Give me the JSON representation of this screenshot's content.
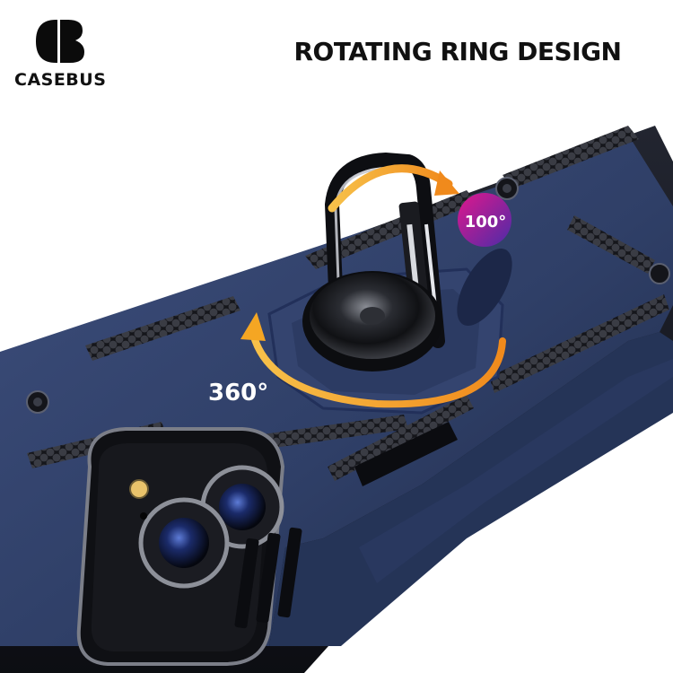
{
  "brand": {
    "name": "CASEBUS"
  },
  "headline": "ROTATING RING DESIGN",
  "annotations": {
    "rotation_badge": "100°",
    "spin_label": "360°"
  },
  "colors": {
    "case_blue": "#2e3d63",
    "case_blue_light": "#3b4c78",
    "armor_black": "#1a1c22",
    "arrow_orange": "#f5a623",
    "badge_magenta": "#c2188f",
    "badge_purple": "#5b2aa0"
  }
}
